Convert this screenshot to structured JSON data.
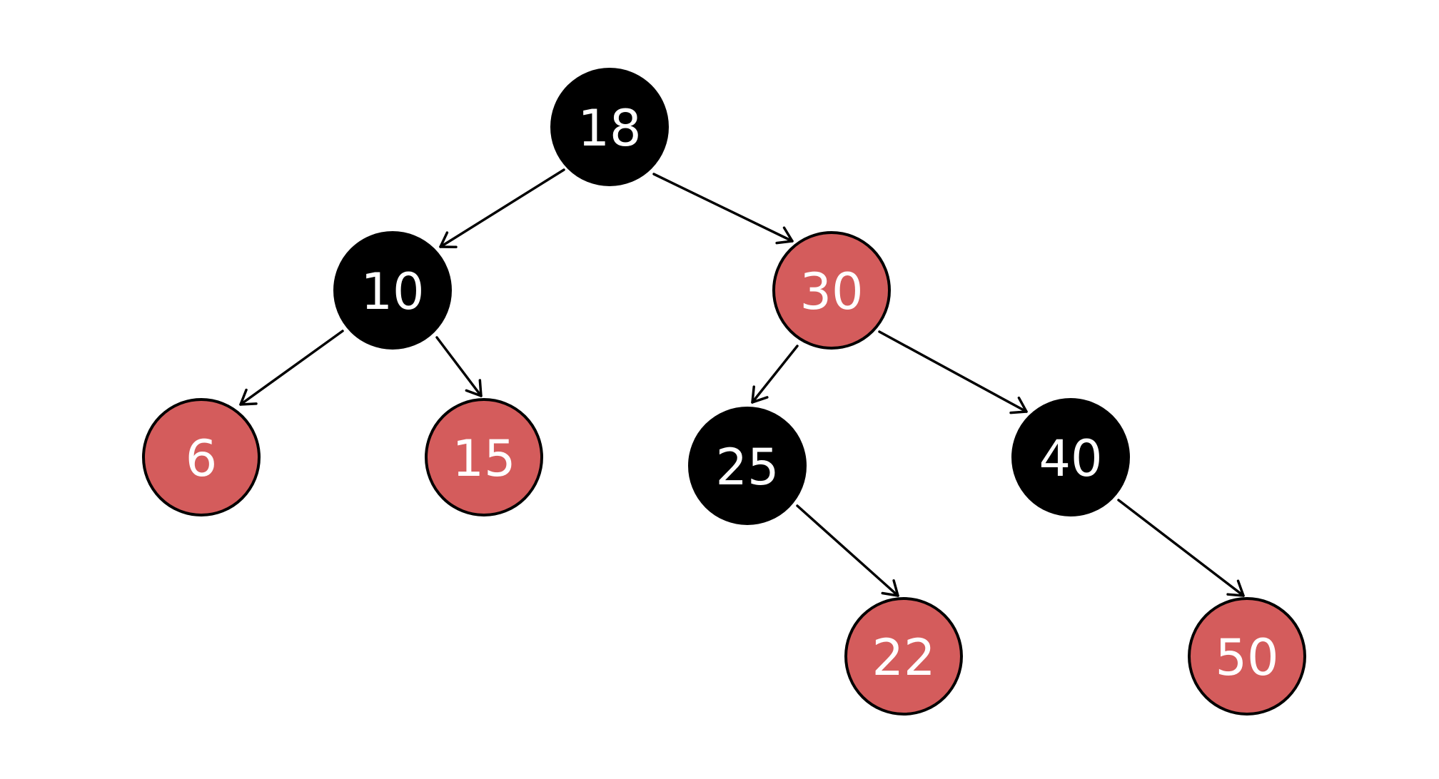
{
  "colors": {
    "black": "#000000",
    "red": "#d45c5c",
    "outline": "#000000",
    "label": "#ffffff",
    "background": "#ffffff"
  },
  "nodes": [
    {
      "id": "n18",
      "value": "18",
      "color": "black"
    },
    {
      "id": "n10",
      "value": "10",
      "color": "black"
    },
    {
      "id": "n30",
      "value": "30",
      "color": "red"
    },
    {
      "id": "n6",
      "value": "6",
      "color": "red"
    },
    {
      "id": "n15",
      "value": "15",
      "color": "red"
    },
    {
      "id": "n25",
      "value": "25",
      "color": "black"
    },
    {
      "id": "n40",
      "value": "40",
      "color": "black"
    },
    {
      "id": "n22",
      "value": "22",
      "color": "red"
    },
    {
      "id": "n50",
      "value": "50",
      "color": "red"
    }
  ],
  "edges": [
    {
      "from": "n18",
      "to": "n10"
    },
    {
      "from": "n18",
      "to": "n30"
    },
    {
      "from": "n10",
      "to": "n6"
    },
    {
      "from": "n10",
      "to": "n15"
    },
    {
      "from": "n30",
      "to": "n25"
    },
    {
      "from": "n30",
      "to": "n40"
    },
    {
      "from": "n25",
      "to": "n22"
    },
    {
      "from": "n40",
      "to": "n50"
    }
  ]
}
